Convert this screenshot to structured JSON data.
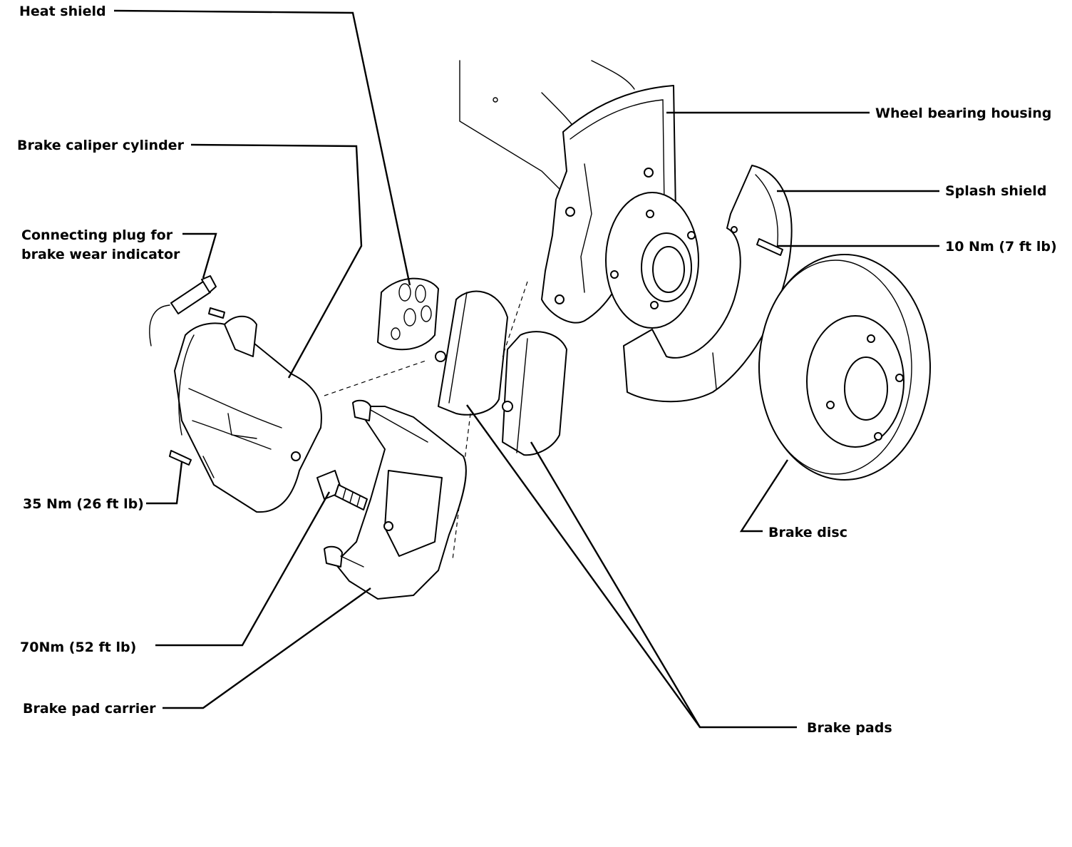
{
  "labels": {
    "heat_shield": "Heat shield",
    "caliper_cylinder": "Brake caliper cylinder",
    "connecting_plug_line1": "Connecting plug for",
    "connecting_plug_line2": "brake wear indicator",
    "torque_35": "35 Nm (26 ft lb)",
    "torque_70": "70Nm (52 ft lb)",
    "pad_carrier": "Brake pad carrier",
    "wheel_bearing_housing": "Wheel bearing housing",
    "splash_shield": "Splash shield",
    "torque_10": "10 Nm (7 ft lb)",
    "brake_disc": "Brake disc",
    "brake_pads": "Brake pads"
  }
}
